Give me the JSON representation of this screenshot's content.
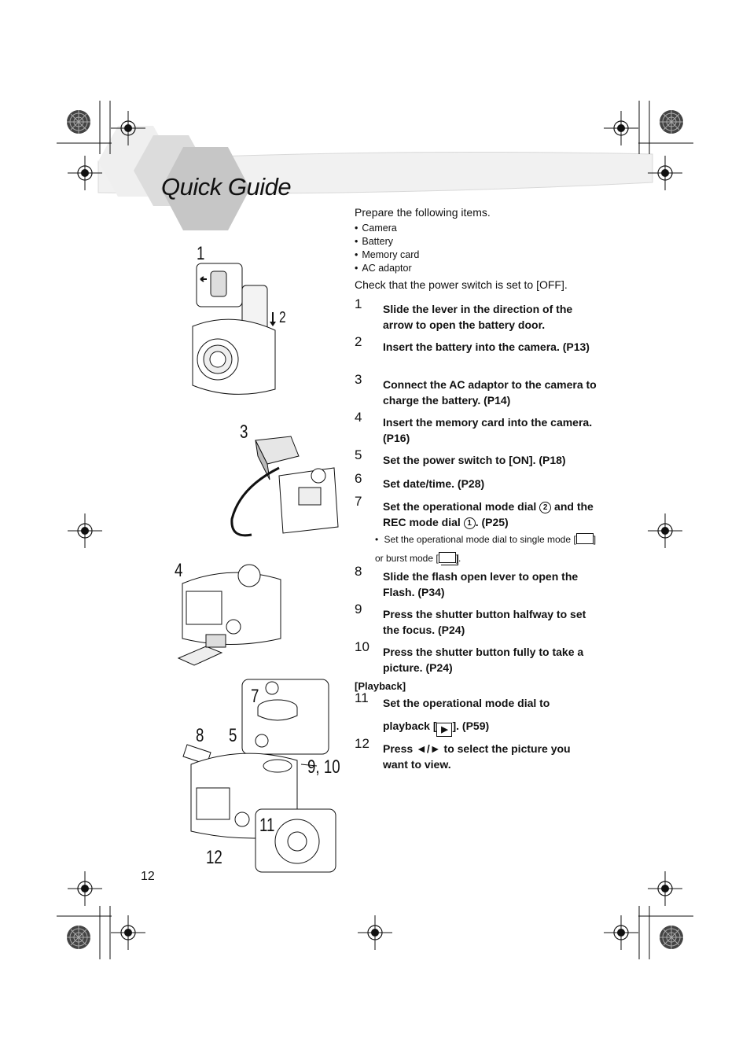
{
  "page": {
    "title": "Quick Guide",
    "page_number": "12"
  },
  "intro": {
    "lead": "Prepare the following items.",
    "items": [
      "Camera",
      "Battery",
      "Memory card",
      "AC adaptor"
    ],
    "check": "Check that the power switch is set to  [OFF]."
  },
  "steps": [
    {
      "num": "1",
      "text": "Slide the lever in the direction of the arrow to open the battery door."
    },
    {
      "num": "2",
      "text": "Insert the battery into the camera. (P13)"
    },
    {
      "num": "3",
      "text": "Connect the AC adaptor to the camera to charge the battery. (P14)"
    },
    {
      "num": "4",
      "text": "Insert the memory card into the camera. (P16)"
    },
    {
      "num": "5",
      "text": "Set the power switch to  [ON]. (P18)"
    },
    {
      "num": "6",
      "text": "Set date/time. (P28)"
    },
    {
      "num": "7",
      "text_a": "Set the operational mode dial",
      "circ_a": "2",
      "text_b": "and the REC mode dial",
      "circ_b": "1",
      "text_c": ". (P25)",
      "sub_a": "Set the operational mode dial to single mode [",
      "sub_b": "] or burst mode [",
      "sub_c": "]."
    },
    {
      "num": "8",
      "text": "Slide the flash open lever to open the Flash. (P34)"
    },
    {
      "num": "9",
      "text": "Press the shutter button halfway to set the focus. (P24)"
    },
    {
      "num": "10",
      "text": "Press the shutter button fully to take a picture. (P24)"
    }
  ],
  "playback": {
    "heading": "[Playback]",
    "steps": [
      {
        "num": "11",
        "text_a": "Set the operational mode dial to",
        "text_b": "playback [",
        "text_c": "]. (P59)"
      },
      {
        "num": "12",
        "text_a": "Press ",
        "arrows": "◄/►",
        "text_b": " to select the picture you want to view."
      }
    ]
  },
  "figure_labels": {
    "f1": "1",
    "f1b": "2",
    "f3": "3",
    "f4": "4",
    "f7": "7",
    "f8": "8",
    "f5": "5",
    "f910": "9, 10",
    "f11": "11",
    "f12": "12",
    "c1": "1",
    "c2": "2"
  },
  "colors": {
    "hex_gray": "#c9c9c9",
    "hex_light": "#dedede",
    "ink": "#111111"
  },
  "icons": [
    "registration-mark-icon",
    "color-target-icon",
    "play-icon",
    "single-mode-icon",
    "burst-mode-icon"
  ]
}
